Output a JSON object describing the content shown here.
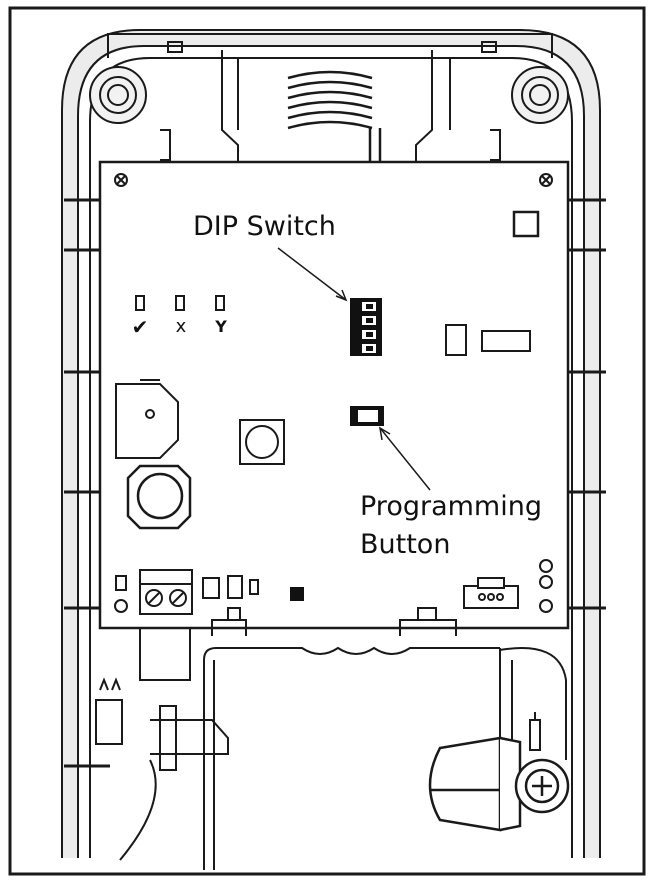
{
  "labels": {
    "dip_switch": "DIP Switch",
    "programming_button_line1": "Programming",
    "programming_button_line2": "Button"
  },
  "led_symbols": [
    "✔",
    "x",
    "Y"
  ],
  "colors": {
    "line": "#1a1a1a",
    "background": "#ffffff",
    "shell_shade": "#e6e6e6",
    "component_dark": "#111111"
  }
}
